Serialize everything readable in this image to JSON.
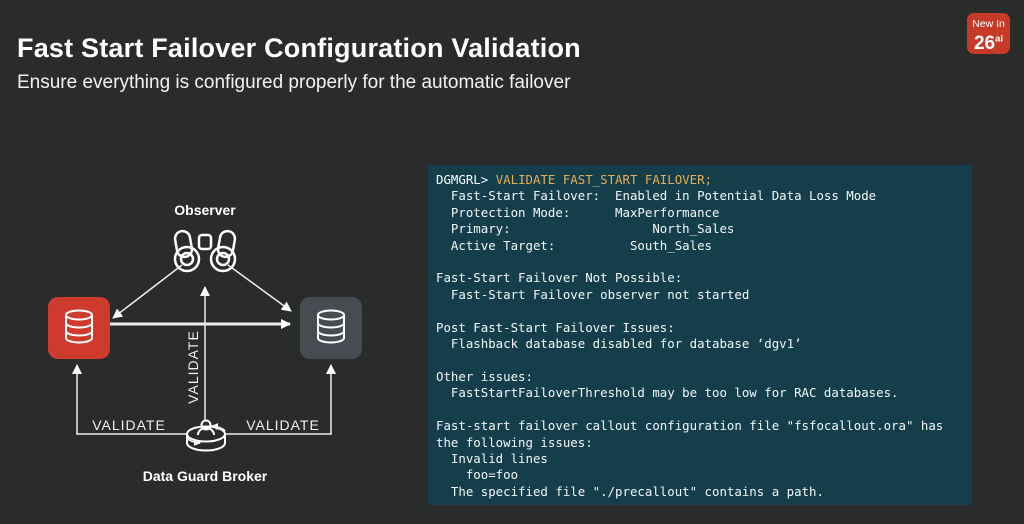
{
  "slide": {
    "title": "Fast Start Failover Configuration Validation",
    "subtitle": "Ensure everything is configured properly for the automatic failover"
  },
  "badge": {
    "line1": "New In",
    "number": "26",
    "suffix": "ai"
  },
  "diagram": {
    "observer_label": "Observer",
    "broker_label": "Data Guard Broker",
    "validate_labels": {
      "left": "VALIDATE",
      "right": "VALIDATE",
      "vertical": "VALIDATE"
    },
    "icons": {
      "observer": "binoculars-icon",
      "primary_db": "database-icon",
      "standby_db": "database-icon",
      "broker": "broker-cylinder-icon"
    }
  },
  "terminal": {
    "prompt": "DGMGRL>",
    "command": "VALIDATE FAST_START FAILOVER;",
    "lines": [
      "  Fast-Start Failover:  Enabled in Potential Data Loss Mode",
      "  Protection Mode:      MaxPerformance",
      "  Primary:                   North_Sales",
      "  Active Target:          South_Sales",
      "",
      "Fast-Start Failover Not Possible:",
      "  Fast-Start Failover observer not started",
      "",
      "Post Fast-Start Failover Issues:",
      "  Flashback database disabled for database ‘dgv1’",
      "",
      "Other issues:",
      "  FastStartFailoverThreshold may be too low for RAC databases.",
      "",
      "Fast-start failover callout configuration file \"fsfocallout.ora\" has",
      "the following issues:",
      "  Invalid lines",
      "    foo=foo",
      "  The specified file \"./precallout\" contains a path."
    ]
  },
  "colors": {
    "background": "#2a2c2b",
    "badge_red": "#c53b28",
    "primary_tile_red": "#ce3b2d",
    "standby_tile_gray": "#474c53",
    "terminal_background": "#143e4c",
    "command_yellow": "#e8ae4b",
    "text_white": "#ffffff"
  }
}
